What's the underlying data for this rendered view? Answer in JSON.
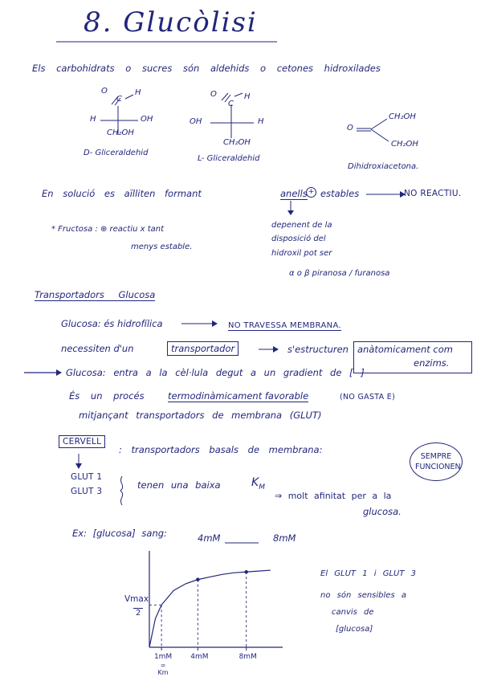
{
  "title": "8. Glucòlisi",
  "intro": "Els carbohidrats o sucres són aldehids o cetones hidroxilades",
  "molecules": {
    "d_glyc": {
      "top_o": "O",
      "top_c": "C",
      "top_h": "H",
      "left": "H",
      "right": "OH",
      "bottom": "CH₂OH",
      "name": "D- Gliceraldehid"
    },
    "l_glyc": {
      "top_o": "O",
      "top_c": "C",
      "top_h": "H",
      "left": "OH",
      "right": "H",
      "bottom": "CH₂OH",
      "name": "L- Gliceraldehid"
    },
    "dhap": {
      "o": "O",
      "top": "CH₂OH",
      "bottom": "CH₂OH",
      "name": "Dihidroxiacetona."
    }
  },
  "solucio": {
    "text": "En solució es aïlliten formant",
    "anells": "anells",
    "plus": "+",
    "estables": "estables",
    "no_reactiu": "NO REACTIU."
  },
  "fructosa": {
    "line1": "* Fructosa : ⊕ reactiu x tant",
    "line2": "menys estable."
  },
  "depenent": {
    "line1": "depenent de la",
    "line2": "disposició del",
    "line3": "hidroxil pot ser",
    "line4": "α o β piranosa / furanosa"
  },
  "transport": {
    "heading": "Transportadors Glucosa",
    "glucosa_prefix": "Glucosa: és hidrofílica",
    "no_travessa": "NO TRAVESSA MEMBRANA.",
    "necessita": "necessiten d'un",
    "transportador": "transportador",
    "sestructura": "s'estructuren",
    "anatomicament": "anàtomicament com",
    "enzims": "enzims.",
    "entra": "Glucosa: entra a la cèl·lula degut a un gradient de [ ]",
    "proces_prefix": "És un procés",
    "termo": "termodinàmicament favorable",
    "no_gasta": "(NO GASTA E)",
    "mitjancant": "mitjançant transportadors de membrana (GLUT)"
  },
  "cervell": {
    "label": "CERVELL",
    "colon_text": ": transportadors basals de membrana:",
    "sempre": "SEMPRE",
    "funcionen": "FUNCIONEN",
    "glut1": "GLUT 1",
    "glut3": "GLUT 3",
    "tenen": "tenen una baixa",
    "km": "K",
    "km_sub": "M",
    "afinitat": "⇒ molt afinitat per a la",
    "glucosa": "glucosa.",
    "ex_label": "Ex: [glucosa] sang:",
    "ex_low": "4mM",
    "ex_high": "8mM"
  },
  "graph_note": {
    "line1": "El GLUT 1 i GLUT 3",
    "line2": "no són sensibles a",
    "line3": "canvis de",
    "line4": "[glucosa]"
  },
  "chart_data": {
    "type": "line",
    "title": "",
    "xlabel": "",
    "ylabel": "",
    "y_annotation": "Vmax",
    "y_annotation_denominator": "2",
    "x_ticks": [
      {
        "x": 1,
        "label": "1mM",
        "sublabel": "=",
        "sublabel2": "Km"
      },
      {
        "x": 4,
        "label": "4mM"
      },
      {
        "x": 8,
        "label": "8mM"
      }
    ],
    "series": [
      {
        "x": [
          0,
          0.5,
          1,
          2,
          3,
          4,
          5,
          6,
          7,
          8,
          9,
          10
        ],
        "y": [
          0,
          0.34,
          0.5,
          0.67,
          0.75,
          0.8,
          0.83,
          0.86,
          0.88,
          0.89,
          0.9,
          0.91
        ]
      }
    ],
    "marked_points": [
      {
        "x": 4,
        "y": 0.8
      },
      {
        "x": 8,
        "y": 0.89
      }
    ],
    "half_vmax": 0.5,
    "xlim": [
      0,
      11
    ],
    "ylim": [
      0,
      1.1
    ],
    "grid": false,
    "legend": "none"
  }
}
